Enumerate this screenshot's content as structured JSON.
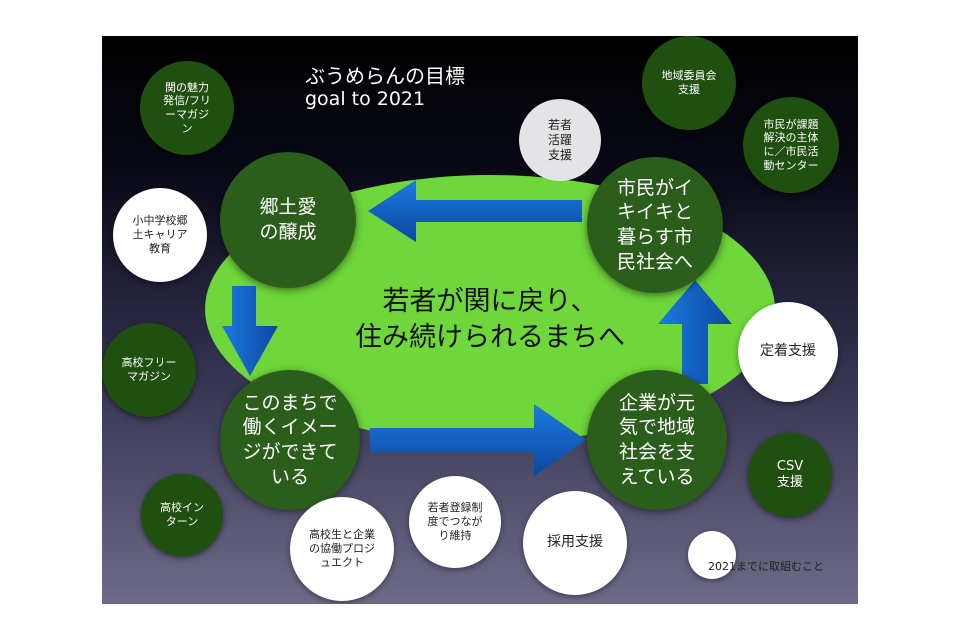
{
  "title": {
    "main": "ぶうめらんの目標",
    "sub": "goal to 2021"
  },
  "center_message": {
    "line1": "若者が関に戻り、",
    "line2": "住み続けられるまちへ"
  },
  "goals": {
    "furusato": "郷土愛\nの醸成",
    "citizens": "市民がイ\nキイキと\n暮らす市\n民社会へ",
    "work_image": "このまちで\n働くイメー\nジができて\nいる",
    "companies": "企業が元\n気で地域\n社会を支\nえている"
  },
  "activities": {
    "seki_magazine": "関の魅力\n発信/フリ\nーマガジ\nン",
    "school_career": "小中学校郷\n土キャリア\n教育",
    "hs_magazine": "高校フリー\nマガジン",
    "hs_intern": "高校イン\nターン",
    "hs_project": "高校生と企業\nの協働プロジ\nュエクト",
    "youth_registry": "若者登録制\n度でつなが\nり維持",
    "recruit": "採用支援",
    "youth_support": "若者\n活躍\n支援",
    "community_committee": "地域委員会\n支援",
    "civic_center": "市民が課題\n解決の主体\nに／市民活\n動センター",
    "settle": "定着支援",
    "csv": "CSV\n支援"
  },
  "legend": {
    "label": "2021までに取組むこと"
  },
  "colors": {
    "ellipse": "#6fd63b",
    "goal_circle": "#2b5d1b",
    "activity_circle": "#20500f",
    "arrow": "#0a5fc0"
  }
}
